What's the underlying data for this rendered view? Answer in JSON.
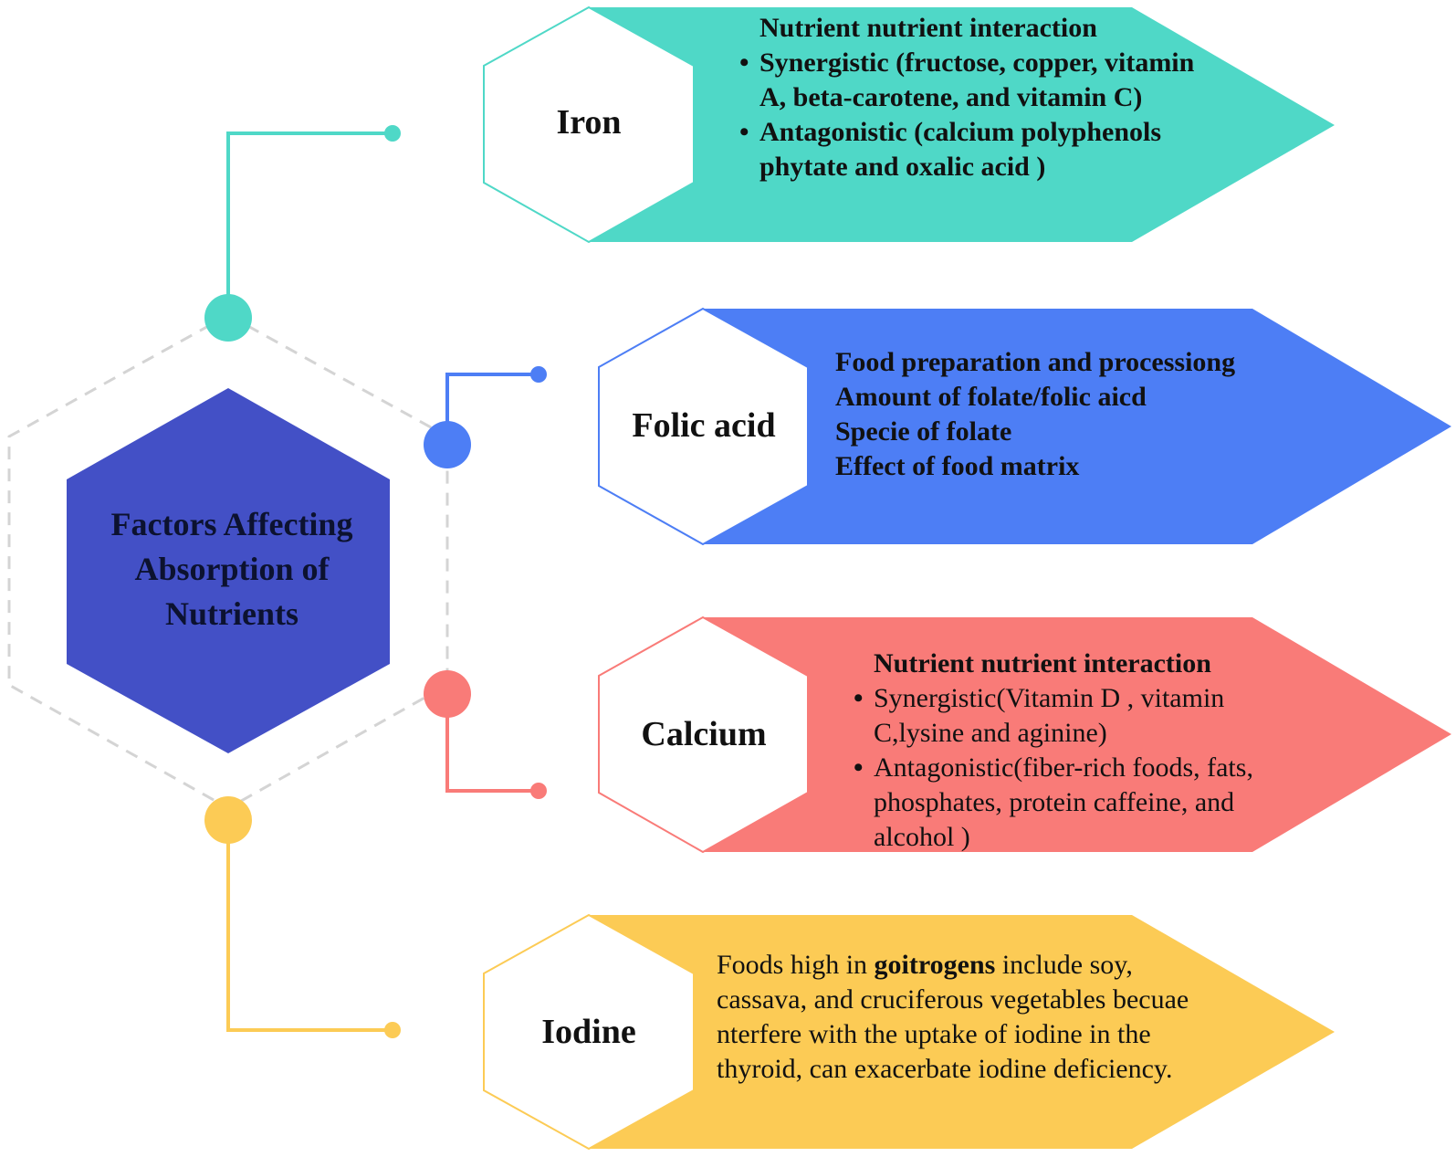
{
  "center": {
    "title": "Factors Affecting Absorption of Nutrients"
  },
  "colors": {
    "center_hex": "#4350c6",
    "iron": "#4fd8c7",
    "folic": "#4d7ef5",
    "calcium": "#f97b78",
    "iodine": "#fccb55",
    "dashed_outline": "#d4d4d4"
  },
  "cards": {
    "iron": {
      "label": "Iron",
      "heading": "Nutrient nutrient interaction",
      "bullets": [
        "Synergistic (fructose, copper, vitamin A, beta-carotene, and vitamin C)",
        "Antagonistic (calcium  polyphenols phytate and oxalic acid )"
      ]
    },
    "folic": {
      "label": "Folic acid",
      "lines": [
        "Food preparation and processiong",
        "Amount of folate/folic aicd",
        "Specie of folate",
        "Effect of food matrix"
      ]
    },
    "calcium": {
      "label": "Calcium",
      "heading": "Nutrient nutrient interaction",
      "bullets": [
        "Synergistic(Vitamin D , vitamin C,lysine and aginine)",
        "Antagonistic(fiber-rich foods, fats, phosphates, protein  caffeine, and alcohol )"
      ]
    },
    "iodine": {
      "label": "Iodine",
      "text_before": "Foods high in ",
      "text_bold": "goitrogens",
      "text_after": " include soy, cassava, and cruciferous vegetables becuae nterfere with the uptake of iodine in the thyroid, can exacerbate iodine deficiency."
    }
  }
}
